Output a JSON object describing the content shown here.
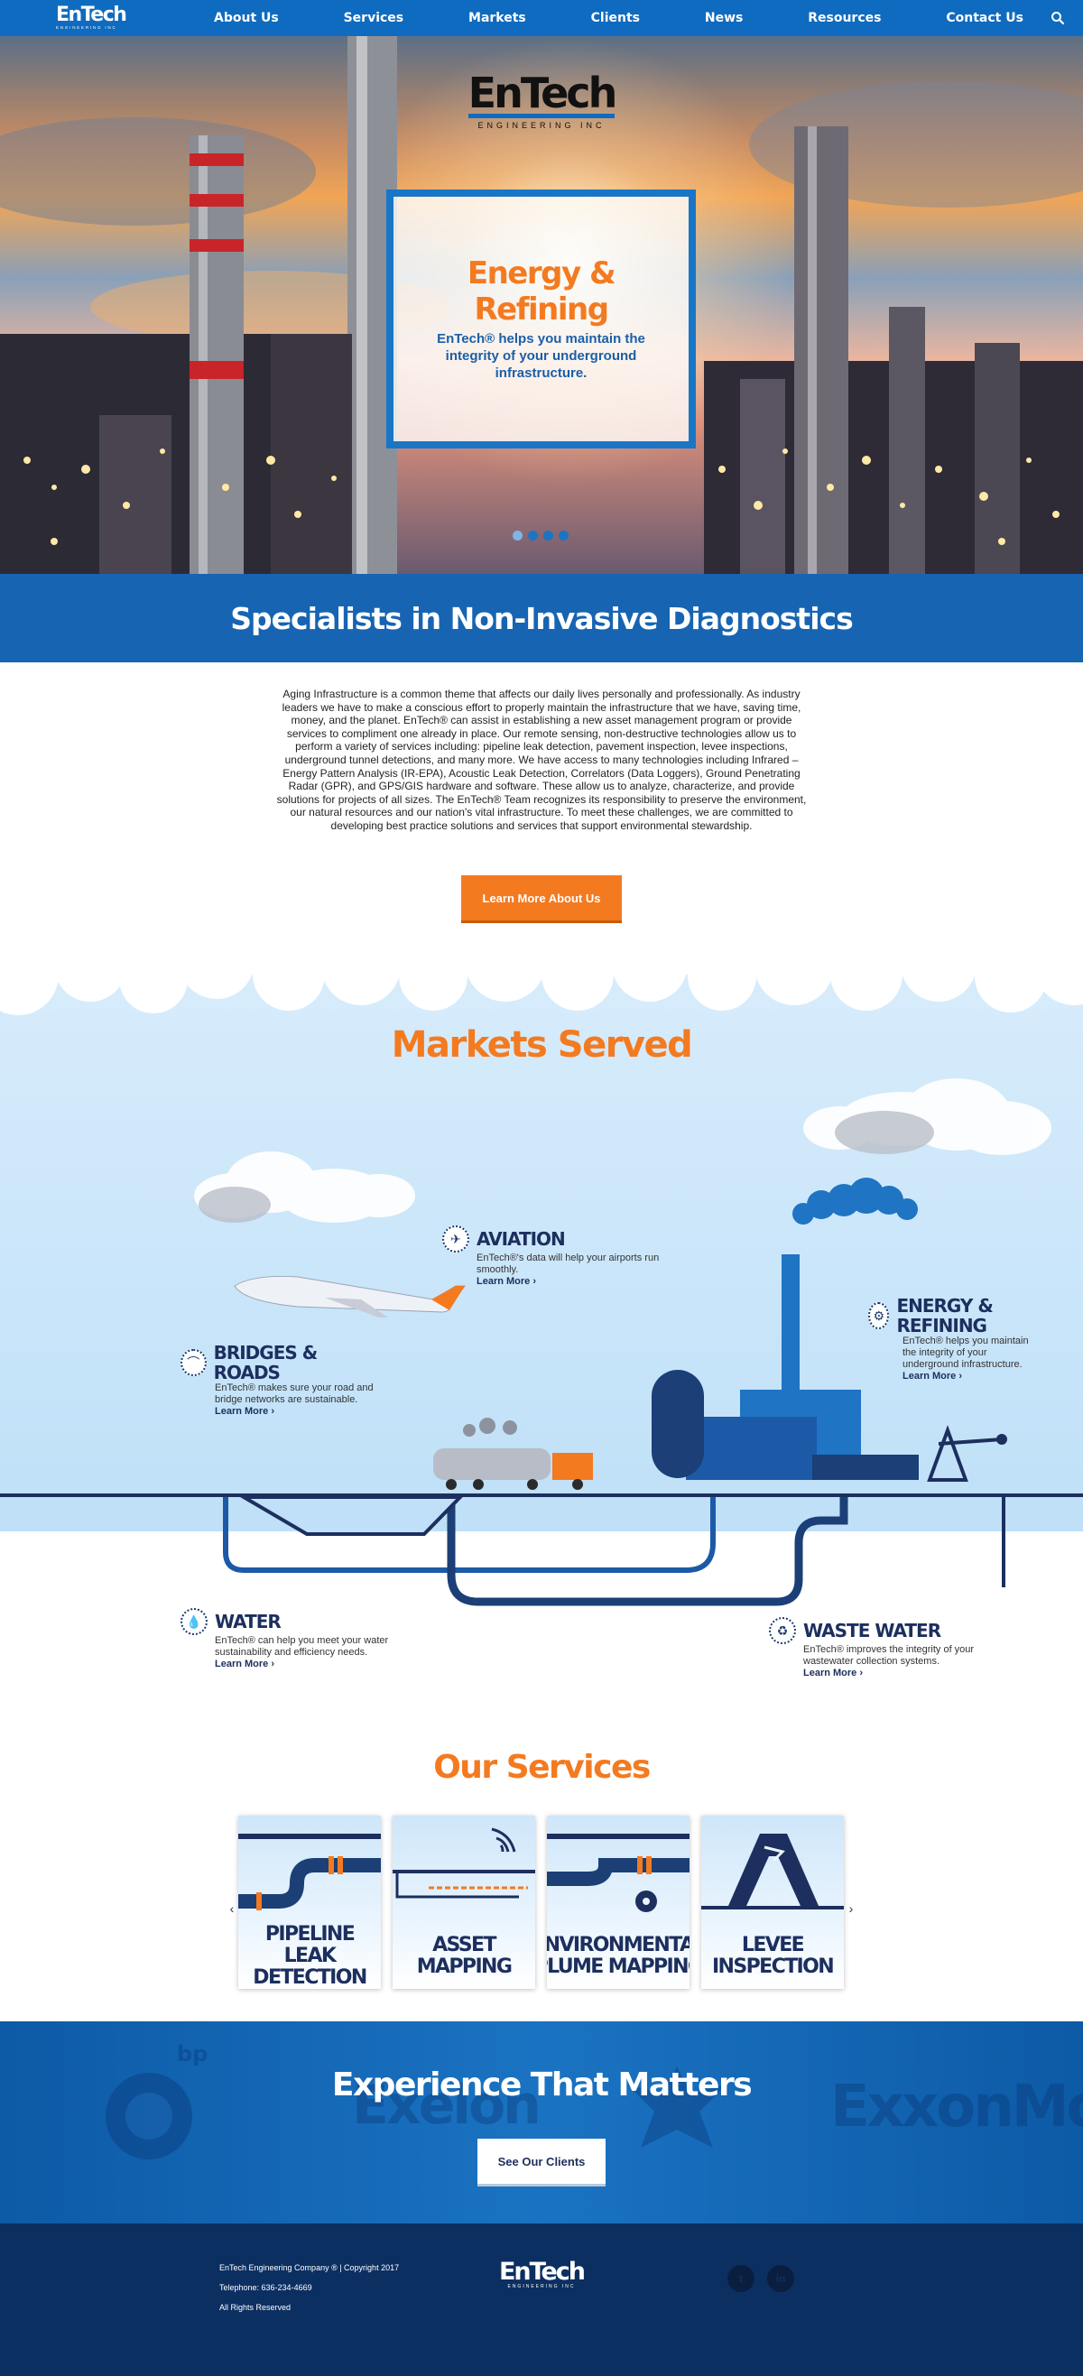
{
  "nav": {
    "logo": "EnTech",
    "logo_sub": "ENGINEERING INC",
    "links": [
      "About Us",
      "Services",
      "Markets",
      "Clients",
      "News",
      "Resources",
      "Contact Us"
    ]
  },
  "hero": {
    "logo": "EnTech",
    "logo_sub": "ENGINEERING INC",
    "title": "Energy & Refining",
    "subtitle": "EnTech® helps you maintain the integrity of your underground infrastructure.",
    "slide_count": 4,
    "active_slide": 1
  },
  "specialists": {
    "title": "Specialists in Non-Invasive Diagnostics",
    "body": "Aging Infrastructure is a common theme that affects our daily lives personally and professionally. As industry leaders we have to make a conscious effort to properly maintain the infrastructure that we have, saving time, money, and the planet. EnTech® can assist in establishing a new asset management program or provide services to compliment one already in place. Our remote sensing, non-destructive technologies allow us to perform a variety of services including: pipeline leak detection, pavement inspection, levee inspections, underground tunnel detections, and many more. We have access to many technologies including Infrared – Energy Pattern Analysis (IR-EPA), Acoustic Leak Detection, Correlators (Data Loggers), Ground Penetrating Radar (GPR), and GPS/GIS hardware and software. These allow us to analyze, characterize, and provide solutions for projects of all sizes. The EnTech® Team recognizes its responsibility to preserve the environment, our natural resources and our nation's vital infrastructure. To meet these challenges, we are committed to developing best practice solutions and services that support environmental stewardship.",
    "button": "Learn More About Us"
  },
  "markets": {
    "title": "Markets Served",
    "items": {
      "aviation": {
        "title": "AVIATION",
        "text": "EnTech®'s data will help your airports run smoothly.",
        "link": "Learn More ›"
      },
      "bridges": {
        "title": "BRIDGES & ROADS",
        "text": "EnTech® makes sure your road and bridge networks are sustainable.",
        "link": "Learn More ›"
      },
      "energy": {
        "title": "ENERGY & REFINING",
        "text": "EnTech® helps you maintain the integrity of your underground infrastructure.",
        "link": "Learn More ›"
      },
      "water": {
        "title": "WATER",
        "text": "EnTech® can help you meet your water sustainability and efficiency needs.",
        "link": "Learn More ›"
      },
      "wastewater": {
        "title": "WASTE WATER",
        "text": "EnTech® improves the integrity of your wastewater collection systems.",
        "link": "Learn More ›"
      }
    }
  },
  "services": {
    "title": "Our Services",
    "cards": [
      {
        "label": "PIPELINE LEAK DETECTION"
      },
      {
        "label": "ASSET MAPPING"
      },
      {
        "label": "ENVIRONMENTAL PLUME MAPPING"
      },
      {
        "label": "LEVEE INSPECTION"
      }
    ],
    "prev": "‹",
    "next": "›"
  },
  "experience": {
    "title": "Experience That Matters",
    "button": "See Our Clients",
    "watermarks": [
      "bp",
      "Exelon",
      "ExxonMo"
    ]
  },
  "footer": {
    "company": "EnTech Engineering Company ® | Copyright 2017",
    "phone": "Telephone: 636-234-4669",
    "rights": "All Rights Reserved",
    "logo": "EnTech",
    "logo_sub": "ENGINEERING INC",
    "social": [
      "twitter-icon",
      "linkedin-icon"
    ],
    "twitter_glyph": "t",
    "linkedin_glyph": "in"
  },
  "colors": {
    "brand_blue": "#0f6bbf",
    "accent_orange": "#f47a20",
    "navy": "#1c2f5e",
    "footer_navy": "#0c2f62"
  }
}
